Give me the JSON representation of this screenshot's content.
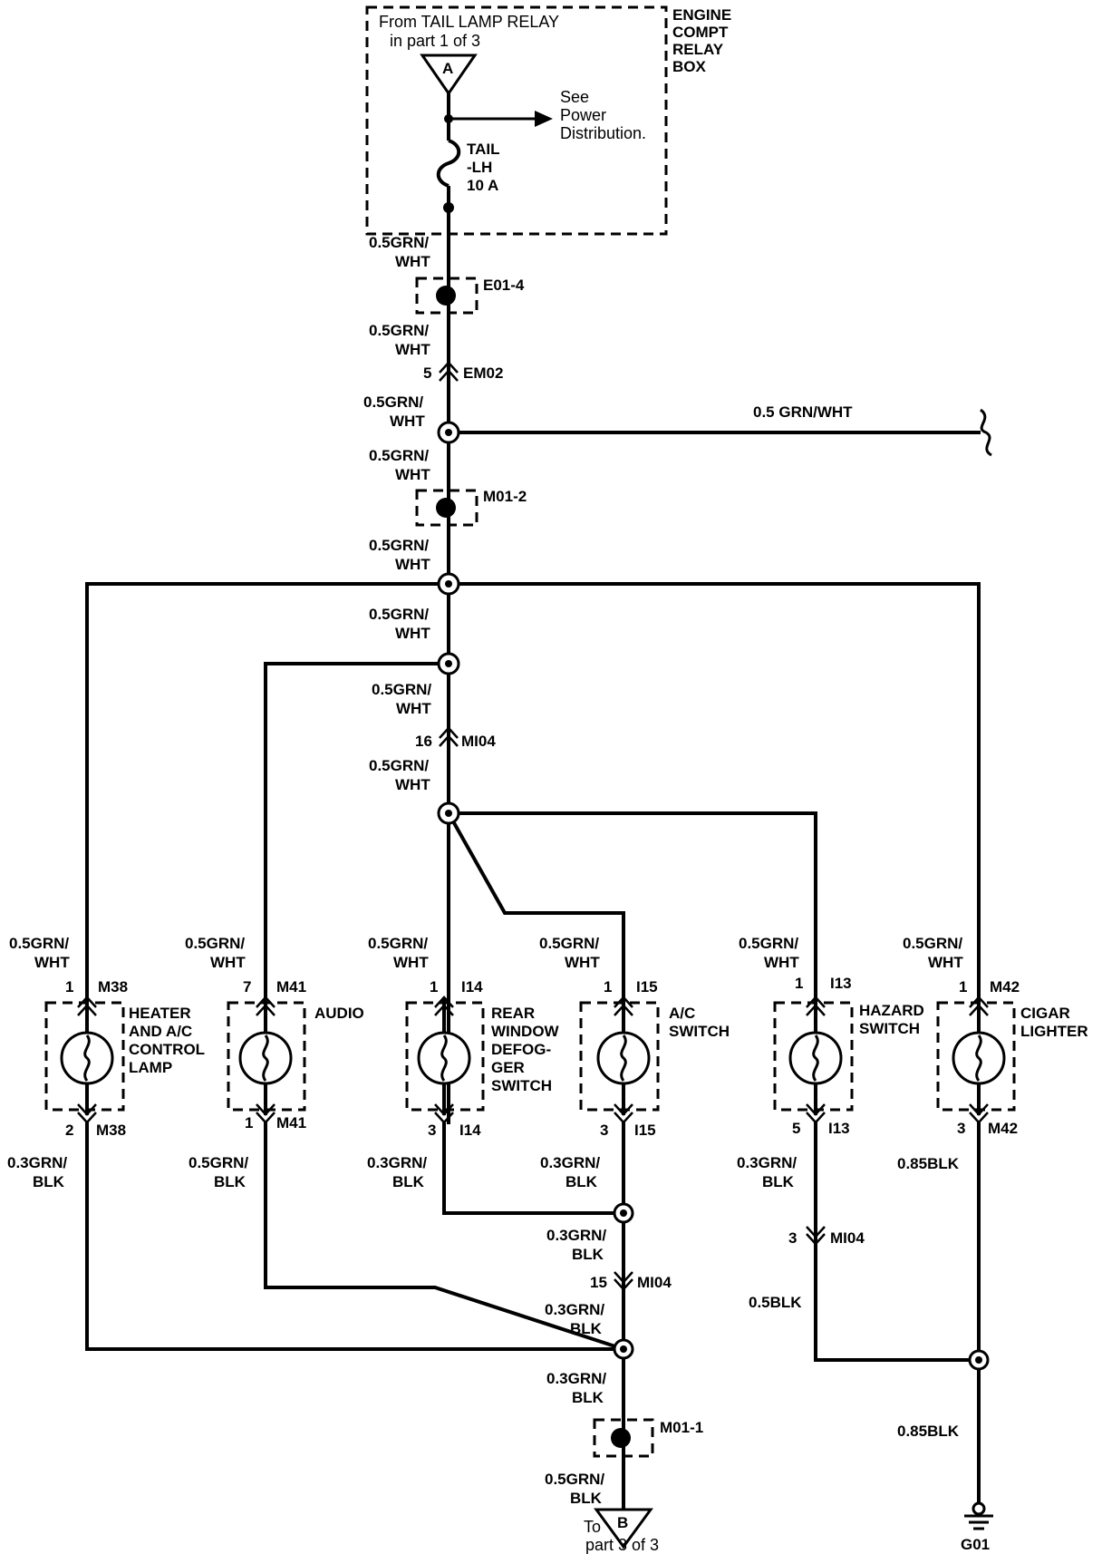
{
  "relay_box": {
    "from_line1": "From TAIL LAMP RELAY",
    "from_line2": "in part 1 of 3",
    "name_lines": [
      "ENGINE",
      "COMPT",
      "RELAY",
      "BOX"
    ],
    "connector_in": "A",
    "see_lines": [
      "See",
      "Power",
      "Distribution."
    ],
    "fuse_lines": [
      "TAIL",
      "-LH",
      "10 A"
    ]
  },
  "trunk_wires": [
    [
      "0.5GRN/",
      "WHT"
    ],
    [
      "0.5GRN/",
      "WHT"
    ],
    [
      "0.5GRN/",
      "WHT"
    ],
    [
      "0.5GRN/",
      "WHT"
    ],
    [
      "0.5GRN/",
      "WHT"
    ],
    [
      "0.5GRN/",
      "WHT"
    ],
    [
      "0.5GRN/",
      "WHT"
    ],
    [
      "0.5GRN/",
      "WHT"
    ]
  ],
  "splices": {
    "e01": "E01-4",
    "m01_2": "M01-2",
    "m01_1": "M01-1"
  },
  "connectors": {
    "em02_pin": "5",
    "em02": "EM02",
    "mi04_top_pin": "16",
    "mi04_top": "MI04",
    "mi04_mid_pin": "15",
    "mi04_mid": "MI04",
    "mi04_right_pin": "3",
    "mi04_right": "MI04"
  },
  "branch_right": "0.5 GRN/WHT",
  "components": [
    {
      "top_wire": [
        "0.5GRN/",
        "WHT"
      ],
      "pin_in": "1",
      "conn_in": "M38",
      "name": [
        "HEATER",
        "AND A/C",
        "CONTROL",
        "LAMP"
      ],
      "pin_out": "2",
      "conn_out": "M38",
      "bot_wire": [
        "0.3GRN/",
        "BLK"
      ]
    },
    {
      "top_wire": [
        "0.5GRN/",
        "WHT"
      ],
      "pin_in": "7",
      "conn_in": "M41",
      "name": [
        "AUDIO"
      ],
      "pin_out": "1",
      "conn_out": "M41",
      "bot_wire": [
        "0.5GRN/",
        "BLK"
      ]
    },
    {
      "top_wire": [
        "0.5GRN/",
        "WHT"
      ],
      "pin_in": "1",
      "conn_in": "I14",
      "name": [
        "REAR",
        "WINDOW",
        "DEFOG-",
        "GER",
        "SWITCH"
      ],
      "pin_out": "3",
      "conn_out": "I14",
      "bot_wire": [
        "0.3GRN/",
        "BLK"
      ]
    },
    {
      "top_wire": [
        "0.5GRN/",
        "WHT"
      ],
      "pin_in": "1",
      "conn_in": "I15",
      "name": [
        "A/C",
        "SWITCH"
      ],
      "pin_out": "3",
      "conn_out": "I15",
      "bot_wire": [
        "0.3GRN/",
        "BLK"
      ]
    },
    {
      "top_wire": [
        "0.5GRN/",
        "WHT"
      ],
      "pin_in": "1",
      "conn_in": "I13",
      "name": [
        "HAZARD",
        "SWITCH"
      ],
      "pin_out": "5",
      "conn_out": "I13",
      "bot_wire": [
        "0.3GRN/",
        "BLK"
      ]
    },
    {
      "top_wire": [
        "0.5GRN/",
        "WHT"
      ],
      "pin_in": "1",
      "conn_in": "M42",
      "name": [
        "CIGAR",
        "LIGHTER"
      ],
      "pin_out": "3",
      "conn_out": "M42",
      "bot_wire": [
        "0.85BLK",
        ""
      ]
    }
  ],
  "ground_wires": {
    "mid1": [
      "0.3GRN/",
      "BLK"
    ],
    "mid2": [
      "0.3GRN/",
      "BLK"
    ],
    "mid3": [
      "0.3GRN/",
      "BLK"
    ],
    "mid4": [
      "0.5GRN/",
      "BLK"
    ],
    "hazard_lower": "0.5BLK",
    "ground_wire": "0.85BLK"
  },
  "outputs": {
    "to_connector": "B",
    "to_line1": "To",
    "to_line2": "part 3 of 3",
    "ground": "G01"
  }
}
